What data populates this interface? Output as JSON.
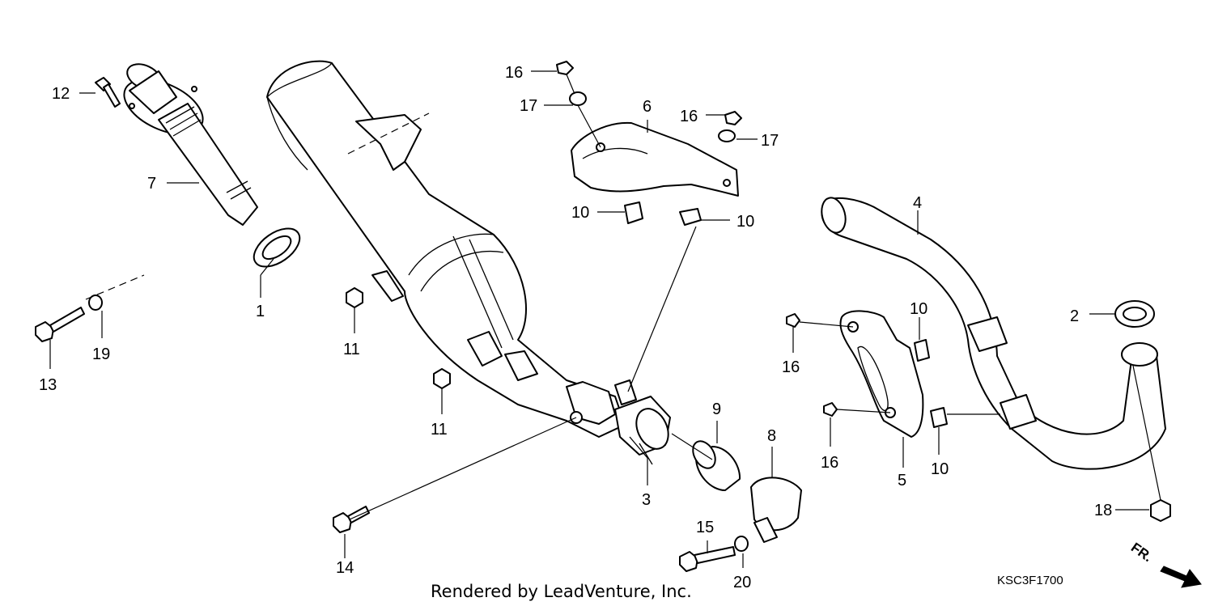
{
  "diagram": {
    "callouts": [
      "1",
      "2",
      "3",
      "4",
      "5",
      "6",
      "7",
      "8",
      "9",
      "10",
      "11",
      "12",
      "13",
      "14",
      "15",
      "16",
      "17",
      "18",
      "19",
      "20"
    ],
    "credit": "Rendered by LeadVenture, Inc.",
    "diagram_code": "KSC3F1700",
    "front_indicator": "FR."
  }
}
